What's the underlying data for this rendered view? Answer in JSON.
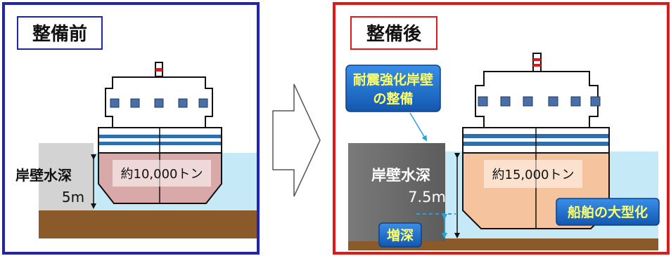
{
  "before": {
    "title": "整備前",
    "wall_label_line1": "岸壁水深",
    "wall_label_line2": "5m",
    "ship_tonnage": "約10,000トン"
  },
  "after": {
    "title": "整備後",
    "callout_line1": "耐震強化岸壁",
    "callout_line2": "の整備",
    "wall_label_line1": "岸壁水深",
    "wall_label_line2": "7.5m",
    "ship_tonnage": "約15,000トン",
    "deepening_label": "増深",
    "ship_size_label": "船舶の大型化"
  },
  "colors": {
    "before_frame": "#1f23b8",
    "after_frame": "#e01818",
    "water": "#c5e9f6",
    "seabed": "#8b5a2b",
    "hull_before": "#d9a8a8",
    "hull_after": "#f5c49e",
    "stripe": "#2f6fb0",
    "callout_fill": "#1a6fd0",
    "callout_text": "#ffff66"
  }
}
